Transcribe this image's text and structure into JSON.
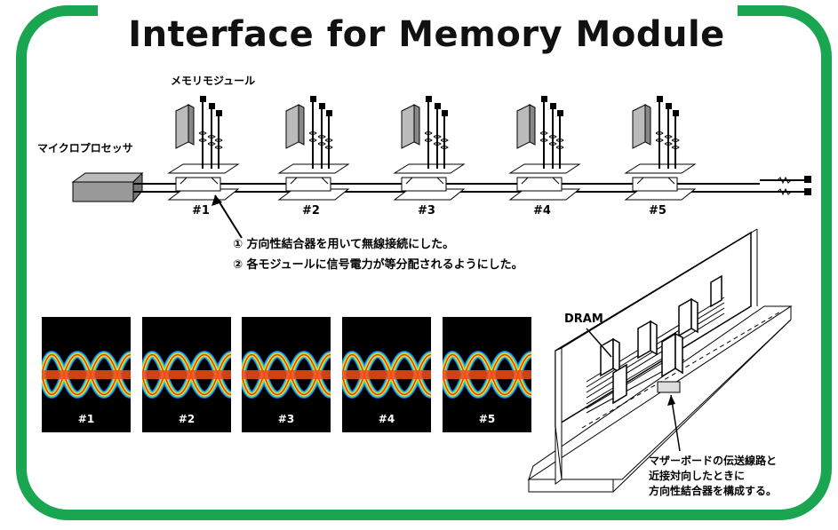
{
  "title_top": "…",
  "title": "Interface for Memory Module",
  "labels": {
    "memory_module": "メモリモジュール",
    "microprocessor": "マイクロプロセッサ",
    "note1": "① 方向性結合器を用いて無線接続にした。",
    "note2": "② 各モジュールに信号電力が等分配されるようにした。",
    "dram": "DRAM",
    "board_note1": "マザーボードの伝送線路と",
    "board_note2": "近接対向したときに",
    "board_note3": "方向性結合器を構成する。"
  },
  "modules": [
    "#1",
    "#2",
    "#3",
    "#4",
    "#5"
  ],
  "eyes": [
    "#1",
    "#2",
    "#3",
    "#4",
    "#5"
  ],
  "colors": {
    "frame": "#1aa650"
  }
}
